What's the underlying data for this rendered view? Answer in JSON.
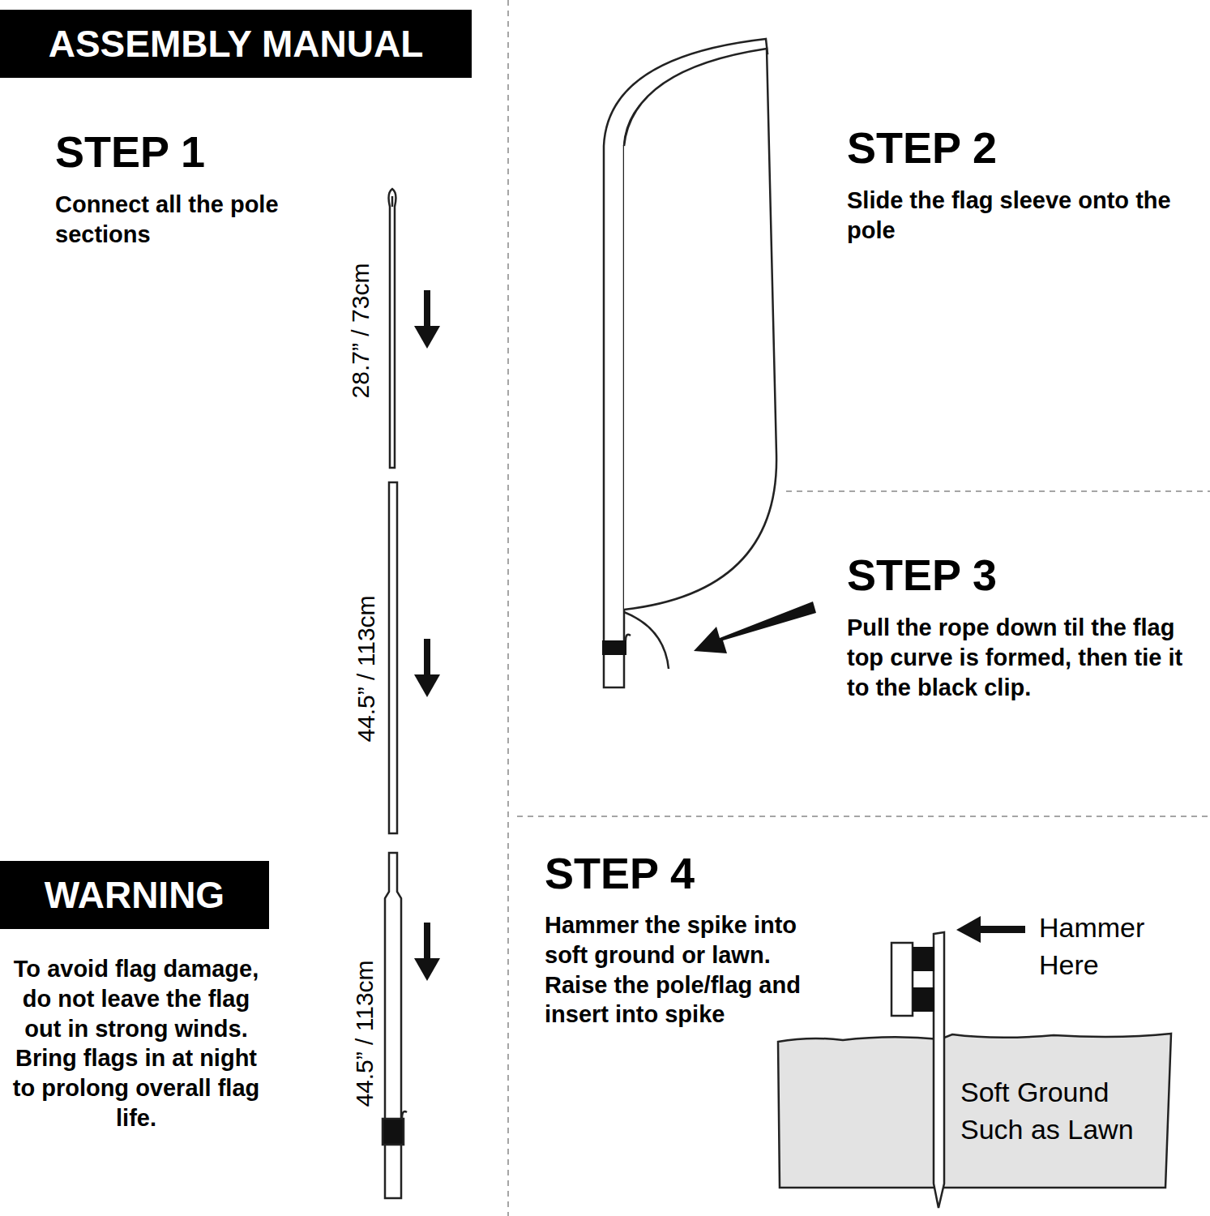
{
  "diagram": {
    "nodes": [
      {
        "text": [
          "ASSEMBLY MANUAL"
        ]
      },
      {
        "text": [
          "WARNING"
        ]
      }
    ],
    "labels": [
      "STEP 1",
      "Connect all the pole sections",
      "28.7” / 73cm",
      "44.5” / 113cm",
      "44.5” / 113cm",
      "STEP 2",
      "Slide the flag sleeve onto the pole",
      "STEP 3",
      "Pull the rope down til the flag top curve is formed, then tie it to the black clip.",
      "STEP 4",
      "Hammer the spike into soft ground or lawn. Raise the pole/flag and insert into spike",
      "Hammer Here",
      "Soft Ground Such as Lawn",
      "To avoid flag damage, do not leave the flag out in strong winds. Bring flags in at night to prolong overall flag life."
    ]
  }
}
